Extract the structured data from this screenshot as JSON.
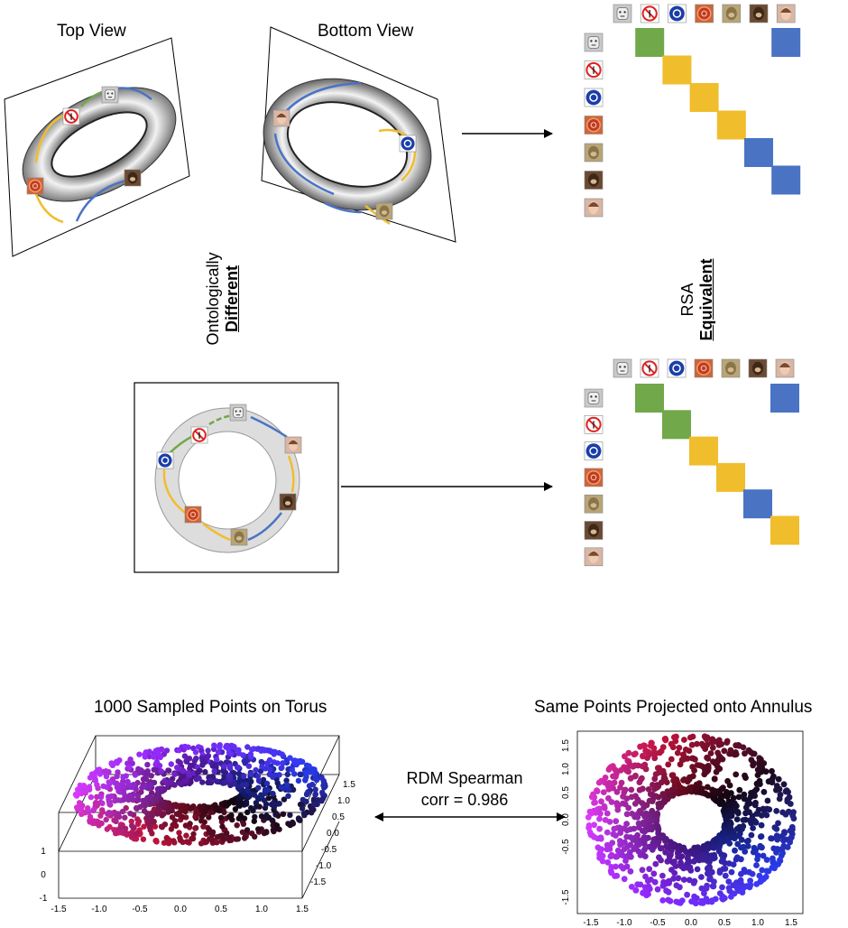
{
  "labels": {
    "top_view": "Top View",
    "bottom_view": "Bottom View",
    "ontologically": "Ontologically",
    "different": "Different",
    "rsa": "RSA",
    "equivalent": "Equivalent",
    "torus_title": "1000 Sampled Points on Torus",
    "annulus_title": "Same Points Projected onto Annulus",
    "rdm_line1": "RDM Spearman",
    "rdm_line2": "corr = 0.986"
  },
  "icons": [
    "robot-face",
    "no-entry-sign",
    "blue-round-sign",
    "red-round-sign",
    "monkey-face",
    "monkey-face-dark",
    "human-face"
  ],
  "colors": {
    "green": "#71a84a",
    "yellow": "#f0bd2c",
    "blue": "#4a73c4"
  },
  "rdm_top": [
    {
      "row": 0,
      "col": 1,
      "color": "green"
    },
    {
      "row": 0,
      "col": 6,
      "color": "blue"
    },
    {
      "row": 1,
      "col": 2,
      "color": "yellow"
    },
    {
      "row": 2,
      "col": 3,
      "color": "yellow"
    },
    {
      "row": 3,
      "col": 4,
      "color": "yellow"
    },
    {
      "row": 4,
      "col": 5,
      "color": "blue"
    },
    {
      "row": 5,
      "col": 6,
      "color": "blue"
    }
  ],
  "rdm_bottom": [
    {
      "row": 0,
      "col": 1,
      "color": "green"
    },
    {
      "row": 0,
      "col": 6,
      "color": "blue"
    },
    {
      "row": 1,
      "col": 2,
      "color": "green"
    },
    {
      "row": 2,
      "col": 3,
      "color": "yellow"
    },
    {
      "row": 3,
      "col": 4,
      "color": "yellow"
    },
    {
      "row": 4,
      "col": 5,
      "color": "blue"
    },
    {
      "row": 5,
      "col": 6,
      "color": "yellow"
    }
  ],
  "chart_data": [
    {
      "type": "scatter",
      "title": "1000 Sampled Points on Torus",
      "x_ticks": [
        "-1.5",
        "-1.0",
        "-0.5",
        "0.0",
        "0.5",
        "1.0",
        "1.5"
      ],
      "y_ticks": [
        "1.5",
        "1.0",
        "0.5",
        "0.0",
        "-0.5",
        "-1.0",
        "-1.5"
      ],
      "z_ticks": [
        "1",
        "0",
        "-1"
      ],
      "n_points": 1000
    },
    {
      "type": "scatter",
      "title": "Same Points Projected onto Annulus",
      "x_ticks": [
        "-1.5",
        "-1.0",
        "-0.5",
        "0.0",
        "0.5",
        "1.0",
        "1.5"
      ],
      "y_ticks": [
        "1.5",
        "1.0",
        "0.5",
        "0.0",
        "-0.5",
        "-1.5"
      ],
      "n_points": 1000
    }
  ]
}
